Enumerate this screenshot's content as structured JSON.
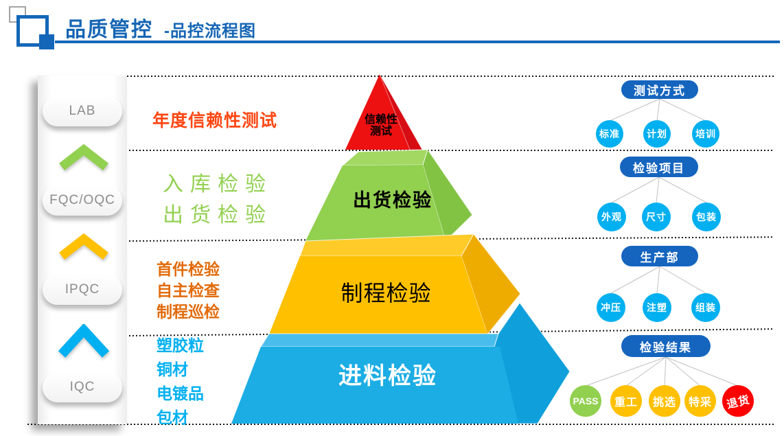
{
  "header": {
    "title_main": "品质管控",
    "title_sub": "-品控流程图"
  },
  "sidebar": {
    "items": [
      {
        "label": "LAB"
      },
      {
        "label": "FQC/OQC"
      },
      {
        "label": "IPQC"
      },
      {
        "label": "IQC"
      }
    ]
  },
  "annotations": {
    "reliability": {
      "text": "年度信赖性测试"
    },
    "shipping": {
      "lines": [
        "入库检验",
        "出货检验"
      ]
    },
    "process": {
      "lines": [
        "首件检验",
        "自主检查",
        "制程巡检"
      ]
    },
    "incoming": {
      "lines": [
        "塑胶粒",
        "铜材",
        "电镀品",
        "包材"
      ]
    }
  },
  "pyramid": {
    "levels": [
      {
        "name": "reliability-test",
        "label": "信赖性测试",
        "label_lines": [
          "信赖性",
          "测试"
        ],
        "color": "#ED1111"
      },
      {
        "name": "shipment-inspection",
        "label": "出货检验",
        "color": "#92D050"
      },
      {
        "name": "process-inspection",
        "label": "制程检验",
        "color": "#FFC000"
      },
      {
        "name": "incoming-inspection",
        "label": "进料检验",
        "color": "#1CADE4"
      }
    ]
  },
  "trees": [
    {
      "title": "测试方式",
      "children": [
        {
          "label": "标准",
          "color": "#00B0F0"
        },
        {
          "label": "计划",
          "color": "#00B0F0"
        },
        {
          "label": "培训",
          "color": "#00B0F0"
        }
      ]
    },
    {
      "title": "检验项目",
      "children": [
        {
          "label": "外观",
          "color": "#00B0F0"
        },
        {
          "label": "尺寸",
          "color": "#00B0F0"
        },
        {
          "label": "包装",
          "color": "#00B0F0"
        }
      ]
    },
    {
      "title": "生产部",
      "children": [
        {
          "label": "冲压",
          "color": "#00B0F0"
        },
        {
          "label": "注塑",
          "color": "#00B0F0"
        },
        {
          "label": "组装",
          "color": "#00B0F0"
        }
      ]
    },
    {
      "title": "检验结果",
      "children": [
        {
          "label": "PASS",
          "color": "#92D050"
        },
        {
          "label": "重工",
          "color": "#FFC000"
        },
        {
          "label": "挑选",
          "color": "#FFC000"
        },
        {
          "label": "特采",
          "color": "#FFC000"
        },
        {
          "label": "退货",
          "color": "#FF0000"
        }
      ]
    }
  ],
  "colors": {
    "title_blue": "#1565B4",
    "underline_blue": "#1467B8",
    "node_dark_blue": "#1565BF",
    "node_light_blue": "#00B0F0",
    "level_red": "#ED1111",
    "level_green": "#92D050",
    "level_yellow": "#FFC000",
    "level_blue": "#1CADE4",
    "pass_green": "#92D050",
    "reject_red": "#FF0000",
    "annotation_orange_red": "#FF4713",
    "annotation_orange": "#E26B0A"
  }
}
